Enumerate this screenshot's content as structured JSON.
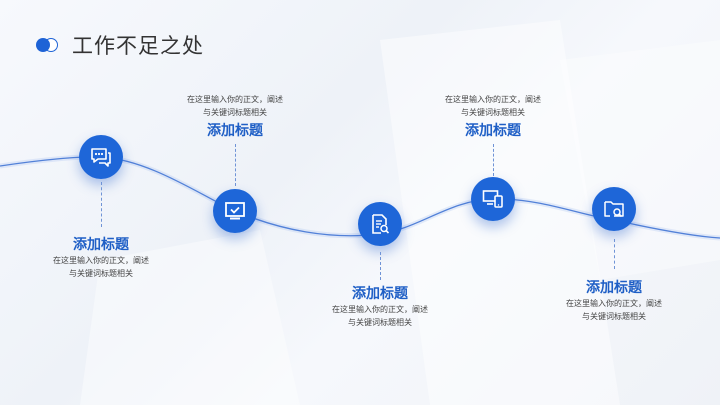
{
  "header": {
    "title": "工作不足之处"
  },
  "colors": {
    "accent": "#1e66d8",
    "heading": "#1f5fc6",
    "text": "#444444"
  },
  "items": [
    {
      "icon": "chat-bubbles-icon",
      "title": "添加标题",
      "body_line1": "在这里输入你的正文，阐述",
      "body_line2": "与关键词标题相关"
    },
    {
      "icon": "monitor-check-icon",
      "title": "添加标题",
      "body_line1": "在这里输入你的正文，阐述",
      "body_line2": "与关键词标题相关"
    },
    {
      "icon": "document-search-icon",
      "title": "添加标题",
      "body_line1": "在这里输入你的正文，阐述",
      "body_line2": "与关键词标题相关"
    },
    {
      "icon": "devices-icon",
      "title": "添加标题",
      "body_line1": "在这里输入你的正文，阐述",
      "body_line2": "与关键词标题相关"
    },
    {
      "icon": "folder-search-icon",
      "title": "添加标题",
      "body_line1": "在这里输入你的正文，阐述",
      "body_line2": "与关键词标题相关"
    }
  ]
}
